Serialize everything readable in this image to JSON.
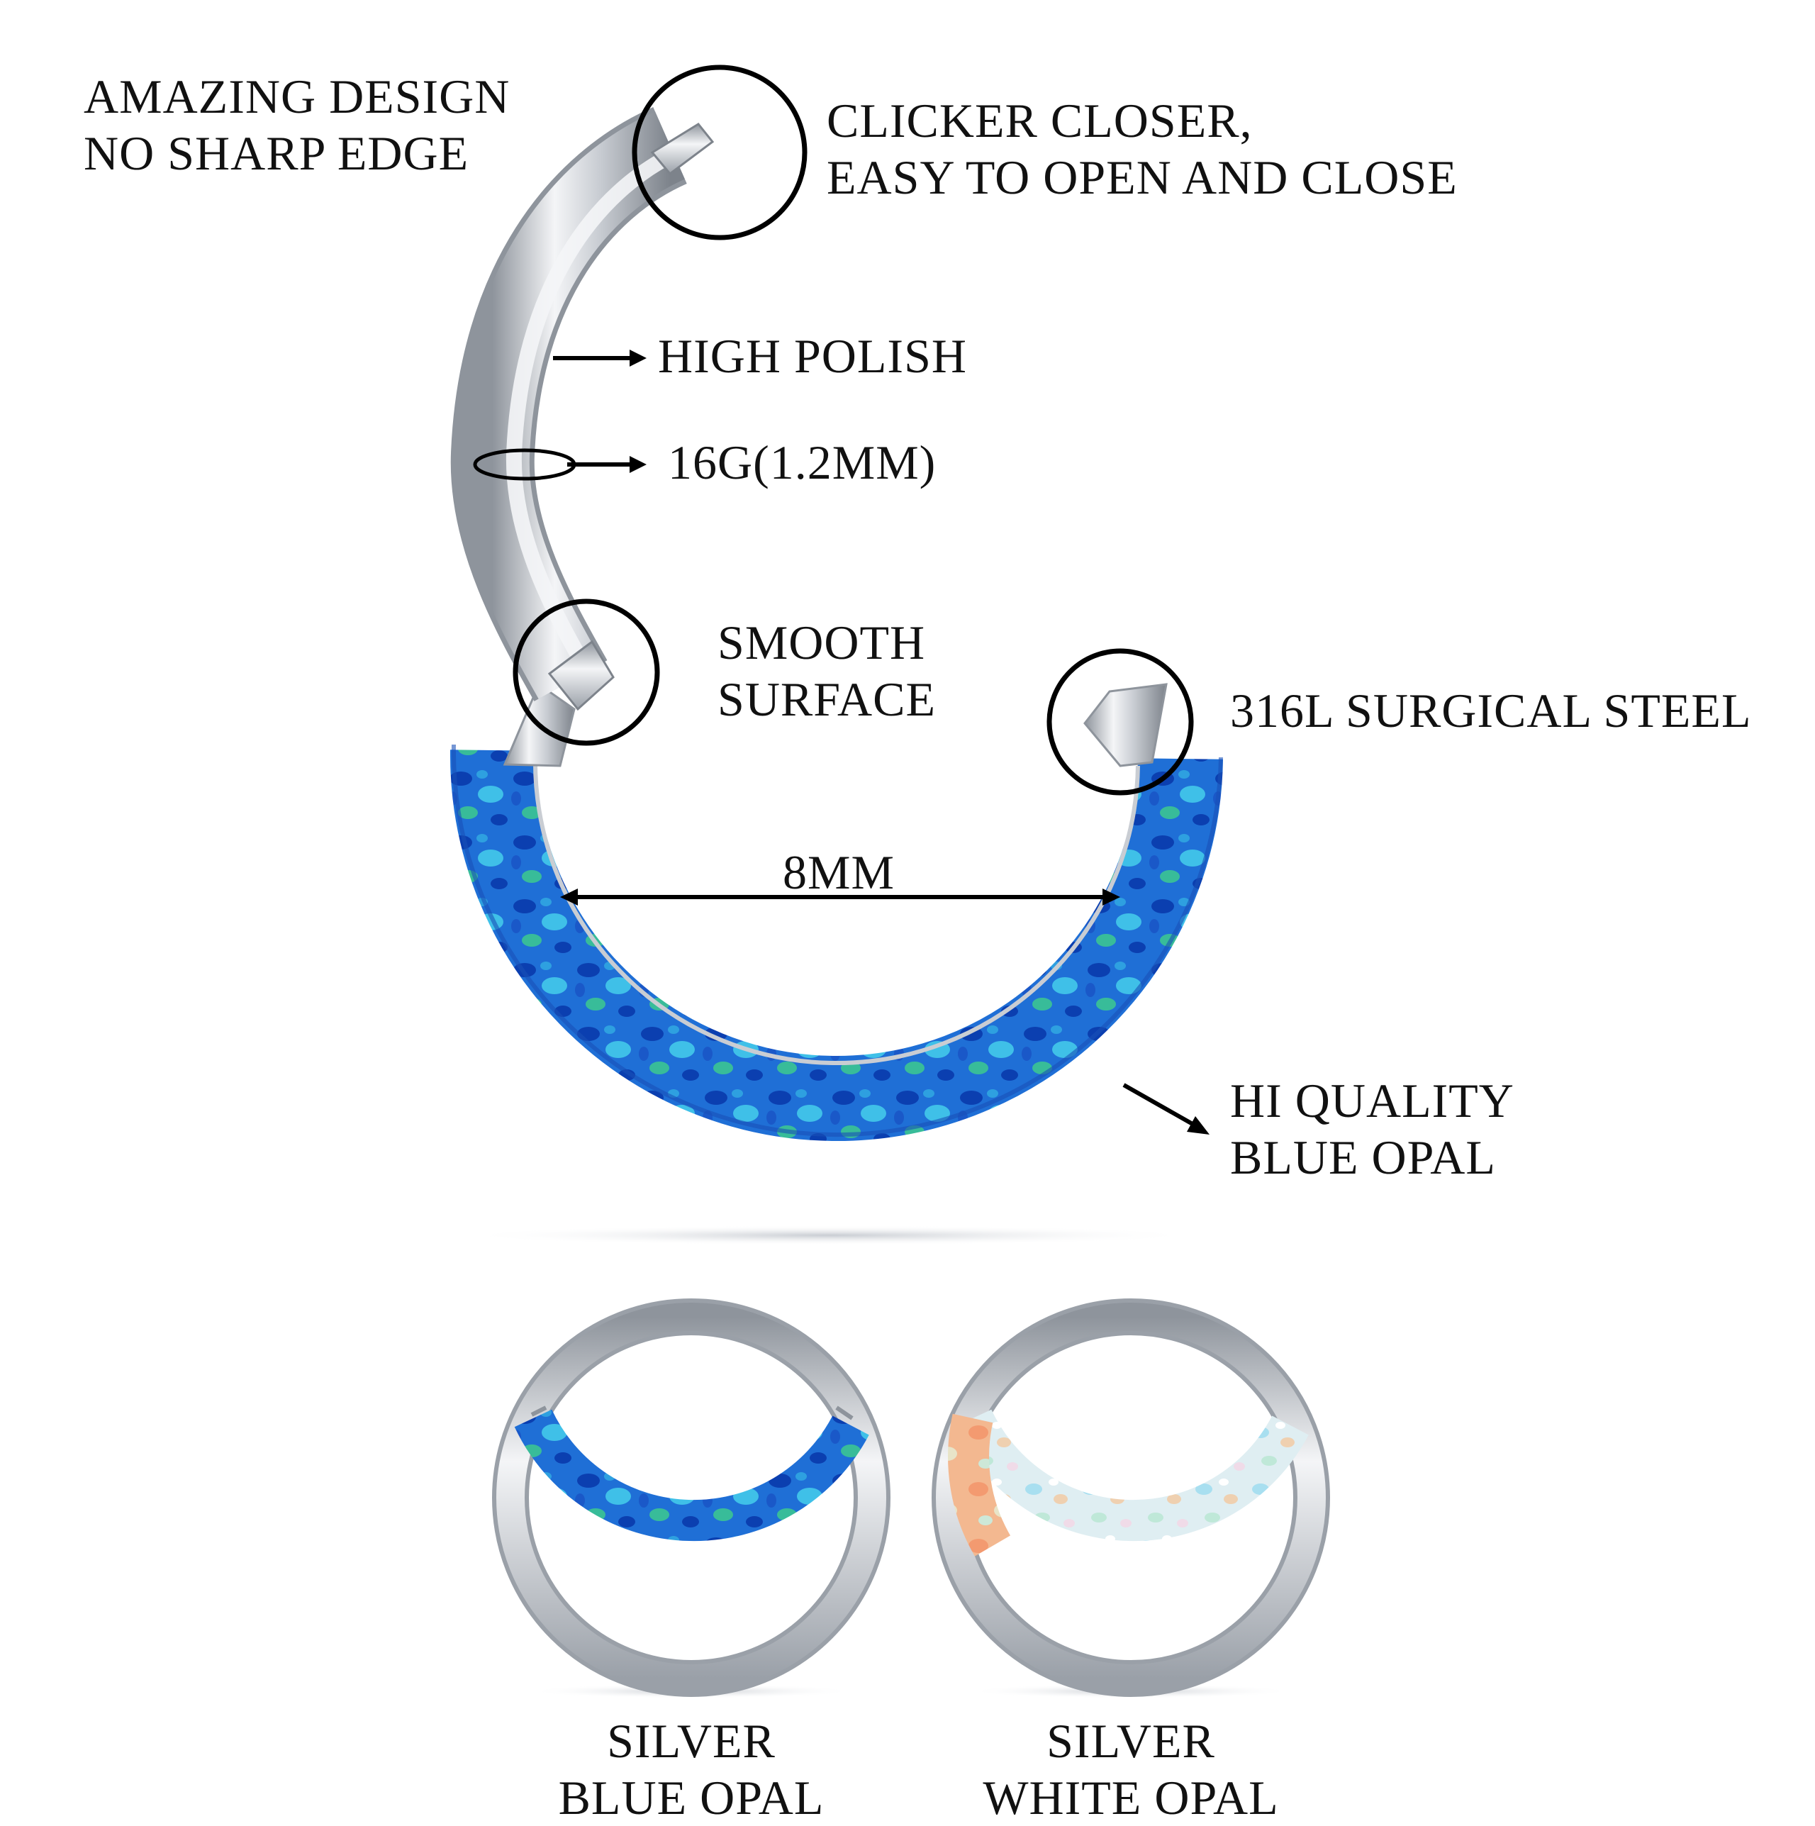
{
  "colors": {
    "text": "#111111",
    "steel": "#c9cdd3",
    "steel_highlight": "#f4f5f7",
    "steel_shadow": "#8e949c",
    "blue_opal": "#1f6fd6",
    "blue_opal_dark": "#0b3fb0",
    "blue_opal_light": "#3fc0e8",
    "opal_green": "#3fd08a",
    "white_opal": "#dfeef2",
    "white_opal_orange": "#f3a070",
    "white_opal_blue": "#a8dff0"
  },
  "icons": [
    "callout-circle-icon",
    "arrow-right-icon",
    "double-arrow-icon",
    "gauge-ring-icon"
  ],
  "annotations": {
    "design": {
      "line1": "AMAZING DESIGN",
      "line2": "NO SHARP EDGE"
    },
    "clicker": {
      "line1": "CLICKER CLOSER,",
      "line2": "EASY TO OPEN AND CLOSE"
    },
    "polish": "HIGH POLISH",
    "gauge": "16G(1.2MM)",
    "smooth": {
      "line1": "SMOOTH",
      "line2": "SURFACE"
    },
    "steel": "316L SURGICAL STEEL",
    "diameter": "8MM",
    "opal": {
      "line1": "HI QUALITY",
      "line2": "BLUE OPAL"
    }
  },
  "variants": [
    {
      "line1": "SILVER",
      "line2": "BLUE OPAL",
      "opal": "blue"
    },
    {
      "line1": "SILVER",
      "line2": "WHITE OPAL",
      "opal": "white"
    }
  ]
}
